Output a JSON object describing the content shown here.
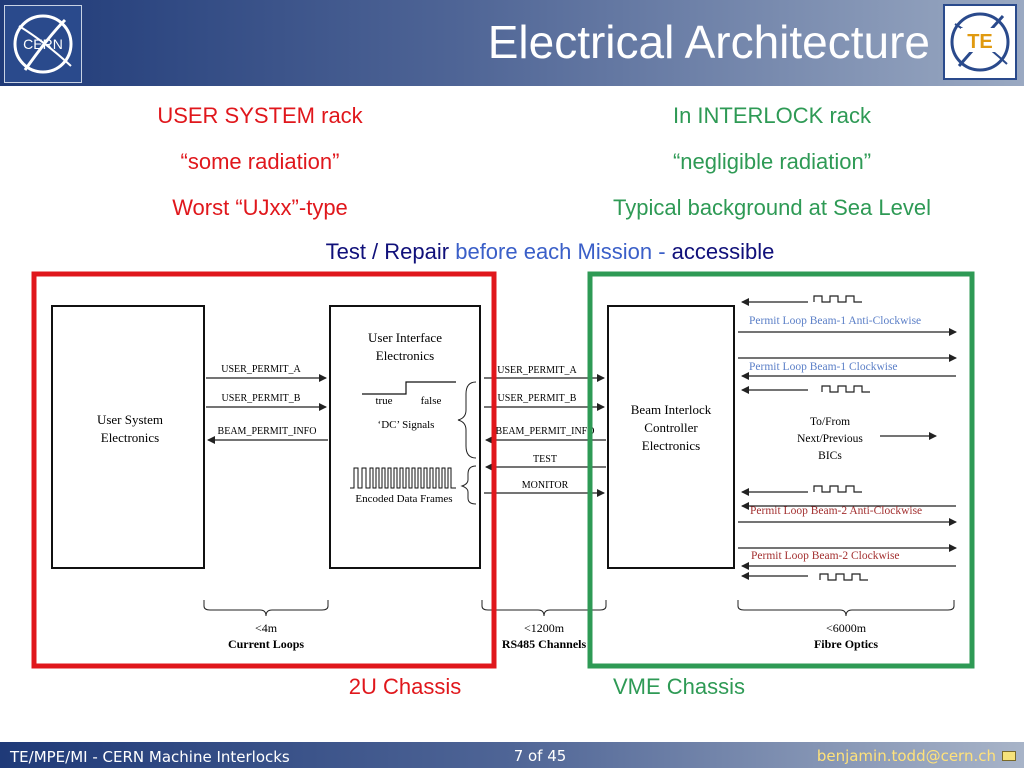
{
  "header": {
    "title": "Electrical Architecture",
    "te_logo_text": "TE",
    "cern_logo_text": "CERN"
  },
  "left_column": {
    "line1": "USER SYSTEM rack",
    "line2": "“some radiation”",
    "line3": "Worst  “UJxx”-type"
  },
  "right_column": {
    "line1": "In INTERLOCK rack",
    "line2": "“negligible radiation”",
    "line3": "Typical background at Sea Level"
  },
  "test_line": {
    "part1": "Test / Repair",
    "part2": "before each Mission -",
    "part3": "accessible"
  },
  "diagram": {
    "user_system_box": [
      "User System",
      "Electronics"
    ],
    "user_interface_box": [
      "User Interface",
      "Electronics"
    ],
    "bic_box": [
      "Beam Interlock",
      "Controller",
      "Electronics"
    ],
    "true_label": "true",
    "false_label": "false",
    "dc_signals": "‘DC’ Signals",
    "encoded_frames": "Encoded Data Frames",
    "left_signals": [
      "USER_PERMIT_A",
      "USER_PERMIT_B",
      "BEAM_PERMIT_INFO"
    ],
    "mid_signals": [
      "USER_PERMIT_A",
      "USER_PERMIT_B",
      "BEAM_PERMIT_INFO",
      "TEST",
      "MONITOR"
    ],
    "permit_loops": [
      "Permit Loop Beam-1 Anti-Clockwise",
      "Permit Loop Beam-1 Clockwise",
      "Permit Loop Beam-2 Anti-Clockwise",
      "Permit Loop Beam-2 Clockwise"
    ],
    "tofrom": [
      "To/From",
      "Next/Previous",
      "BICs"
    ],
    "dist_left": [
      "<4m",
      "Current Loops"
    ],
    "dist_mid": [
      "<1200m",
      "RS485 Channels"
    ],
    "dist_right": [
      "<6000m",
      "Fibre Optics"
    ]
  },
  "chassis": {
    "left": "2U Chassis",
    "right": "VME Chassis"
  },
  "footer": {
    "left": "TE/MPE/MI - CERN Machine Interlocks",
    "page": "7 of 45",
    "email": "benjamin.todd@cern.ch"
  },
  "colors": {
    "red": "#e0171c",
    "green": "#2e9a55",
    "navy": "#10107a",
    "light_blue": "#3a5fc8",
    "loop_blue": "#5b7fc7",
    "loop_red": "#a33030"
  },
  "icons": [
    "cern-logo",
    "te-logo",
    "mail-icon"
  ]
}
